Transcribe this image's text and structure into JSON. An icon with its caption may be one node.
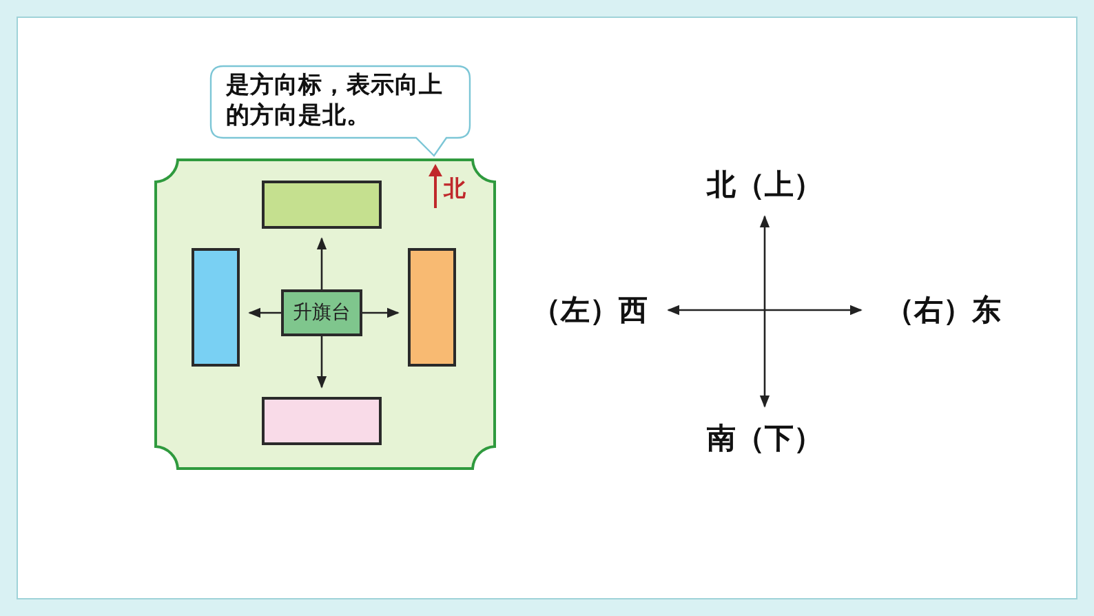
{
  "diagram": {
    "nodes": [
      {
        "text": [
          "是方向标，表示向上的方向是北。"
        ]
      },
      {
        "text": [],
        "shape": "box"
      },
      {
        "text": [],
        "shape": "box",
        "in": 1
      },
      {
        "text": [],
        "shape": "box",
        "in": 1
      },
      {
        "text": [],
        "shape": "box",
        "in": 1
      },
      {
        "text": [],
        "shape": "box",
        "in": 1
      },
      {
        "text": [
          "升旗台"
        ],
        "in": 1
      },
      {
        "text": [
          "北（上）"
        ]
      },
      {
        "text": [
          "（左）西"
        ]
      },
      {
        "text": [
          "（右）东"
        ]
      },
      {
        "text": [
          "南（下）"
        ]
      }
    ],
    "edges": [
      {
        "from": 6,
        "to": 2,
        "arrow": "to"
      },
      {
        "from": 6,
        "to": 3,
        "arrow": "to"
      },
      {
        "from": 6,
        "to": 4,
        "arrow": "to"
      },
      {
        "from": 6,
        "to": 5,
        "arrow": "to"
      },
      {
        "from": 10,
        "to": 7,
        "arrow": "both"
      },
      {
        "from": 8,
        "to": 9,
        "arrow": "both"
      }
    ],
    "labels": [
      "北"
    ]
  }
}
